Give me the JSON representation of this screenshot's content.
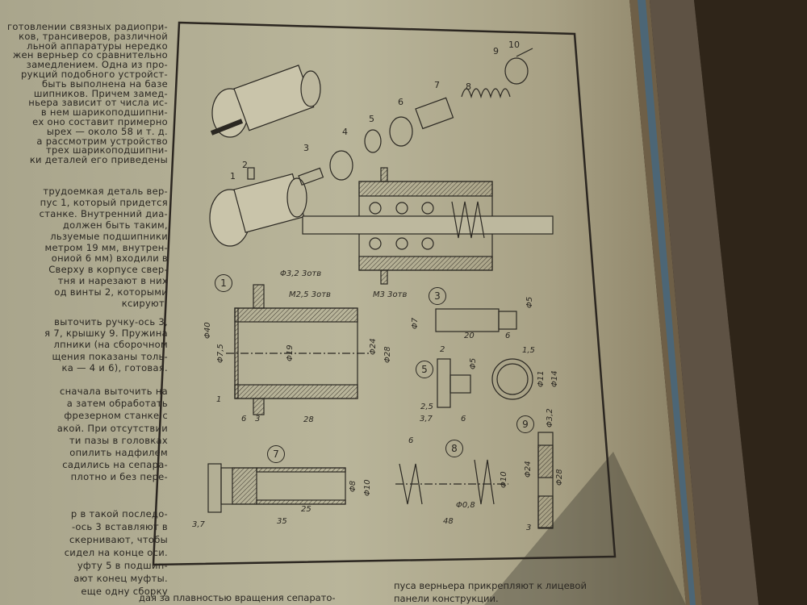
{
  "left_column": {
    "paragraph_1": [
      "готовлении связных радиопри-",
      "ков, трансиверов, различной",
      "льной аппаратуры нередко",
      "жен верньер со сравнительно",
      "замедлением. Одна из про-",
      "рукций подобного устройст-",
      "быть выполнена на базе",
      "шипников. Причем замед-",
      "ньера зависит от числа ис-",
      "в нем шарикоподшипни-",
      "ех оно составит примерно",
      "ырех — около 58 и т. д.",
      "а рассмотрим устройство",
      "трех шарикоподшипни-",
      "ки деталей его приведены"
    ],
    "paragraph_2": [
      "трудоемкая деталь вер-",
      "пус 1, который придется",
      "станке. Внутренний диа-",
      "должен быть таким,",
      "льзуемые подшипники",
      "метром 19 мм, внутрен-",
      "ониой 6 мм) входили в",
      "Сверху в корпусе свер-",
      "тня и нарезают в них",
      "од винты 2, которыми",
      "ксируют."
    ],
    "paragraph_3": [
      "выточить ручку-ось 3,",
      "я 7, крышку 9. Пружина",
      "лпники (на сборочном",
      "щения показаны толь-",
      "ка — 4 и 6),   готовая."
    ],
    "paragraph_4": [
      "сначала выточить на",
      "а затем обработать",
      "фрезерном станке с",
      "акой. При отсутствии",
      "ти пазы в головках",
      "опилить надфилем",
      "садились на сепара-",
      "плотно и без пере-"
    ],
    "paragraph_5": [
      "р в такой последо-",
      "-ось 3 вставляют в",
      "скернивают, чтобы",
      "сидел на конце оси.",
      "уфту 5 в подшип-",
      "ают конец муфты.",
      "еще одну сборку"
    ]
  },
  "bottom_text": {
    "col2_line1": "дая за плавностью вращения сепарато-",
    "col3_line1": "пуса верньера прикрепляют к лицевой",
    "col3_line2": "панели конструкции."
  },
  "drawing": {
    "part_numbers": [
      "1",
      "2",
      "3",
      "4",
      "5",
      "6",
      "7",
      "8",
      "9",
      "10"
    ],
    "detail_labels": {
      "d1": "1",
      "d3": "3",
      "d5": "5",
      "d7": "7",
      "d8": "8",
      "d9": "9"
    },
    "detail_1": {
      "holes_a": "Φ3,2 3отв",
      "holes_b": "M2,5 3отв",
      "holes_c": "M3 3отв",
      "d40": "Φ40",
      "d75": "Φ7,5",
      "d19": "Φ19",
      "d24": "Φ24",
      "d28": "Φ28",
      "w1": "1",
      "w6": "6",
      "w3": "3",
      "w28": "28"
    },
    "detail_3": {
      "d7": "Φ7",
      "d5": "Φ5",
      "l20": "20",
      "l6": "6"
    },
    "detail_5": {
      "w2": "2",
      "d5": "Φ5",
      "w15": "1,5",
      "d11": "Φ11",
      "d14": "Φ14",
      "w25": "2,5",
      "w37": "3,7",
      "w6": "6"
    },
    "detail_7": {
      "d8": "Φ8",
      "d10": "Φ10",
      "l25": "25",
      "l35": "35",
      "w37": "3,7"
    },
    "detail_8": {
      "pitch": "6",
      "d10": "Φ10",
      "wire": "Φ0,8",
      "l48": "48"
    },
    "detail_9": {
      "d32": "Φ3,2",
      "d24": "Φ24",
      "d28": "Φ28",
      "w3": "3"
    }
  }
}
